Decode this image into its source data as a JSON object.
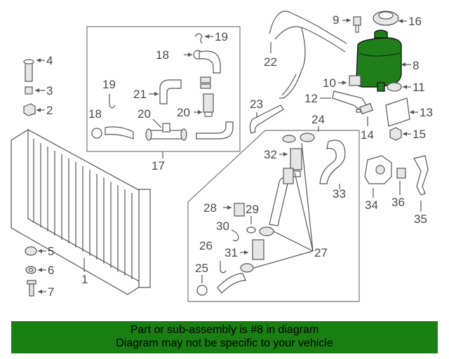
{
  "labels": {
    "l1": "1",
    "l2": "2",
    "l3": "3",
    "l4": "4",
    "l5": "5",
    "l6": "6",
    "l7": "7",
    "l8": "8",
    "l9": "9",
    "l10": "10",
    "l11": "11",
    "l12": "12",
    "l13": "13",
    "l14": "14",
    "l15": "15",
    "l16": "16",
    "l17": "17",
    "l18a": "18",
    "l18b": "18",
    "l19a": "19",
    "l19b": "19",
    "l20a": "20",
    "l20b": "20",
    "l21": "21",
    "l22": "22",
    "l23": "23",
    "l24": "24",
    "l25": "25",
    "l26": "26",
    "l27": "27",
    "l28": "28",
    "l29": "29",
    "l30": "30",
    "l31": "31",
    "l32": "32",
    "l33": "33",
    "l34": "34",
    "l35": "35",
    "l36": "36"
  },
  "banner": {
    "line1": "Part or sub-assembly is #8 in diagram",
    "line2": "Diagram may not be specific to your vehicle"
  },
  "colors": {
    "highlight": "#1f7d1a",
    "banner": "#1a7f12"
  }
}
